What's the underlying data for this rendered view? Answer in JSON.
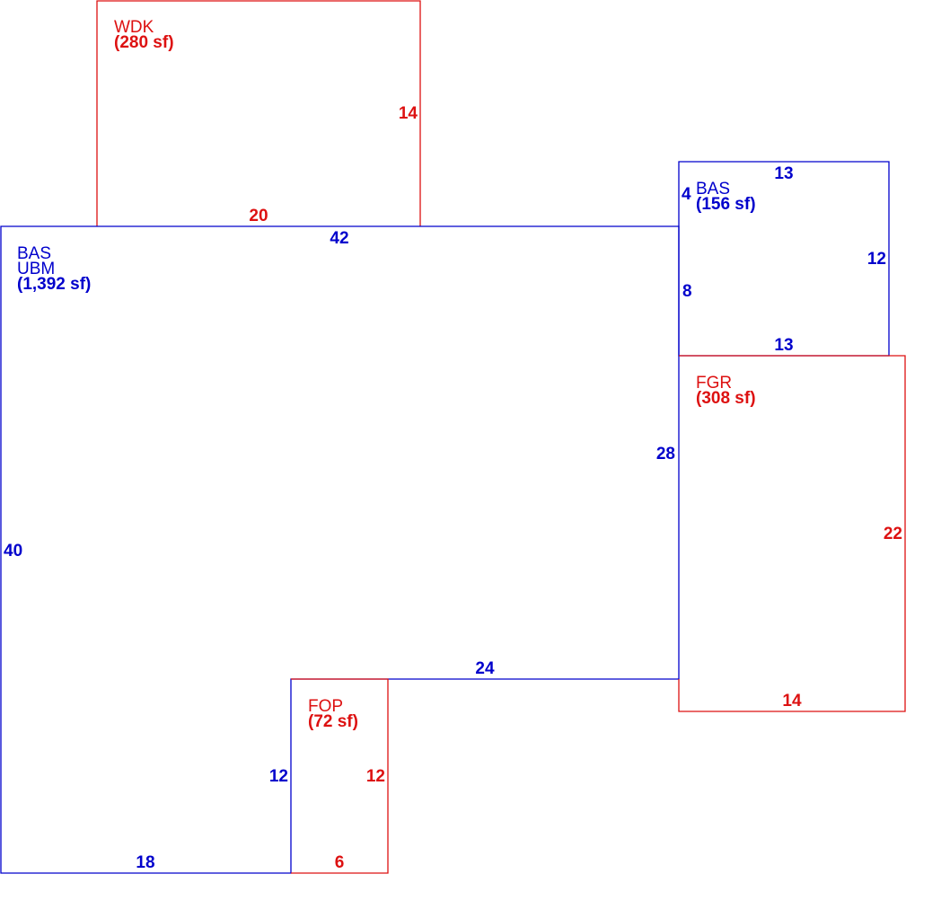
{
  "colors": {
    "living": "#0000cc",
    "accessory": "#dd1111"
  },
  "areas": {
    "main": {
      "codes": [
        "BAS",
        "UBM"
      ],
      "area": "(1,392 sf)"
    },
    "addition": {
      "codes": [
        "BAS"
      ],
      "area": "(156 sf)"
    },
    "deck": {
      "codes": [
        "WDK"
      ],
      "area": "(280 sf)"
    },
    "garage": {
      "codes": [
        "FGR"
      ],
      "area": "(308 sf)"
    },
    "porch": {
      "codes": [
        "FOP"
      ],
      "area": "(72 sf)"
    }
  },
  "dimensions": {
    "main_top": "42",
    "main_left": "40",
    "main_bottom": "18",
    "main_step_bottom": "24",
    "main_right": "28",
    "main_notch": "12",
    "main_right_upper": "8",
    "add_top": "13",
    "add_right": "12",
    "add_bottom": "13",
    "add_left": "4",
    "deck_right": "14",
    "deck_bottom": "20",
    "garage_right": "22",
    "garage_bottom": "14",
    "porch_right": "12",
    "porch_bottom": "6"
  }
}
